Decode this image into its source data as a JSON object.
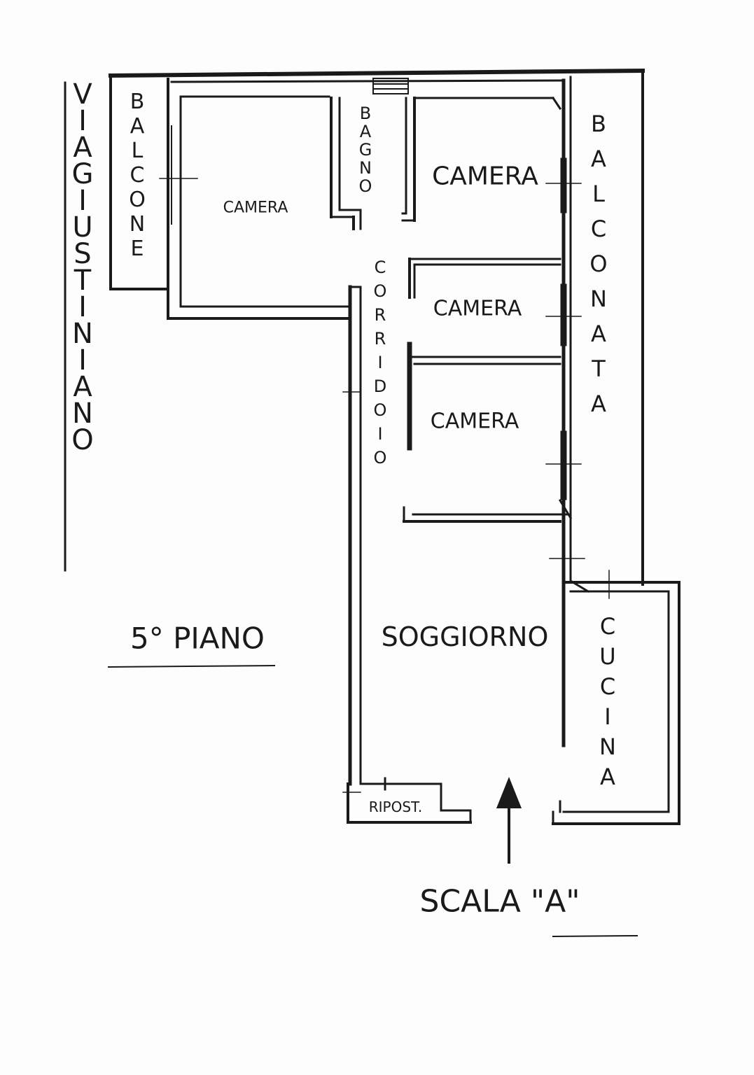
{
  "street": "VIA GIUSTINIANO",
  "floor_label": "5° PIANO",
  "stair_label": "SCALA \"A\"",
  "rooms": {
    "balcone": "BALCONE",
    "balconata": "BALCONATA",
    "bagno": "BAGNO",
    "camera_1": "CAMERA",
    "camera_2": "CAMERA",
    "camera_3": "CAMERA",
    "camera_4": "CAMERA",
    "corridoio": "CORRIDOIO",
    "soggiorno": "SOGGIORNO",
    "cucina": "CUCINA",
    "ripostiglio": "RIPOST."
  },
  "colors": {
    "ink": "#1a1a1a",
    "paper": "#fdfdfd"
  }
}
